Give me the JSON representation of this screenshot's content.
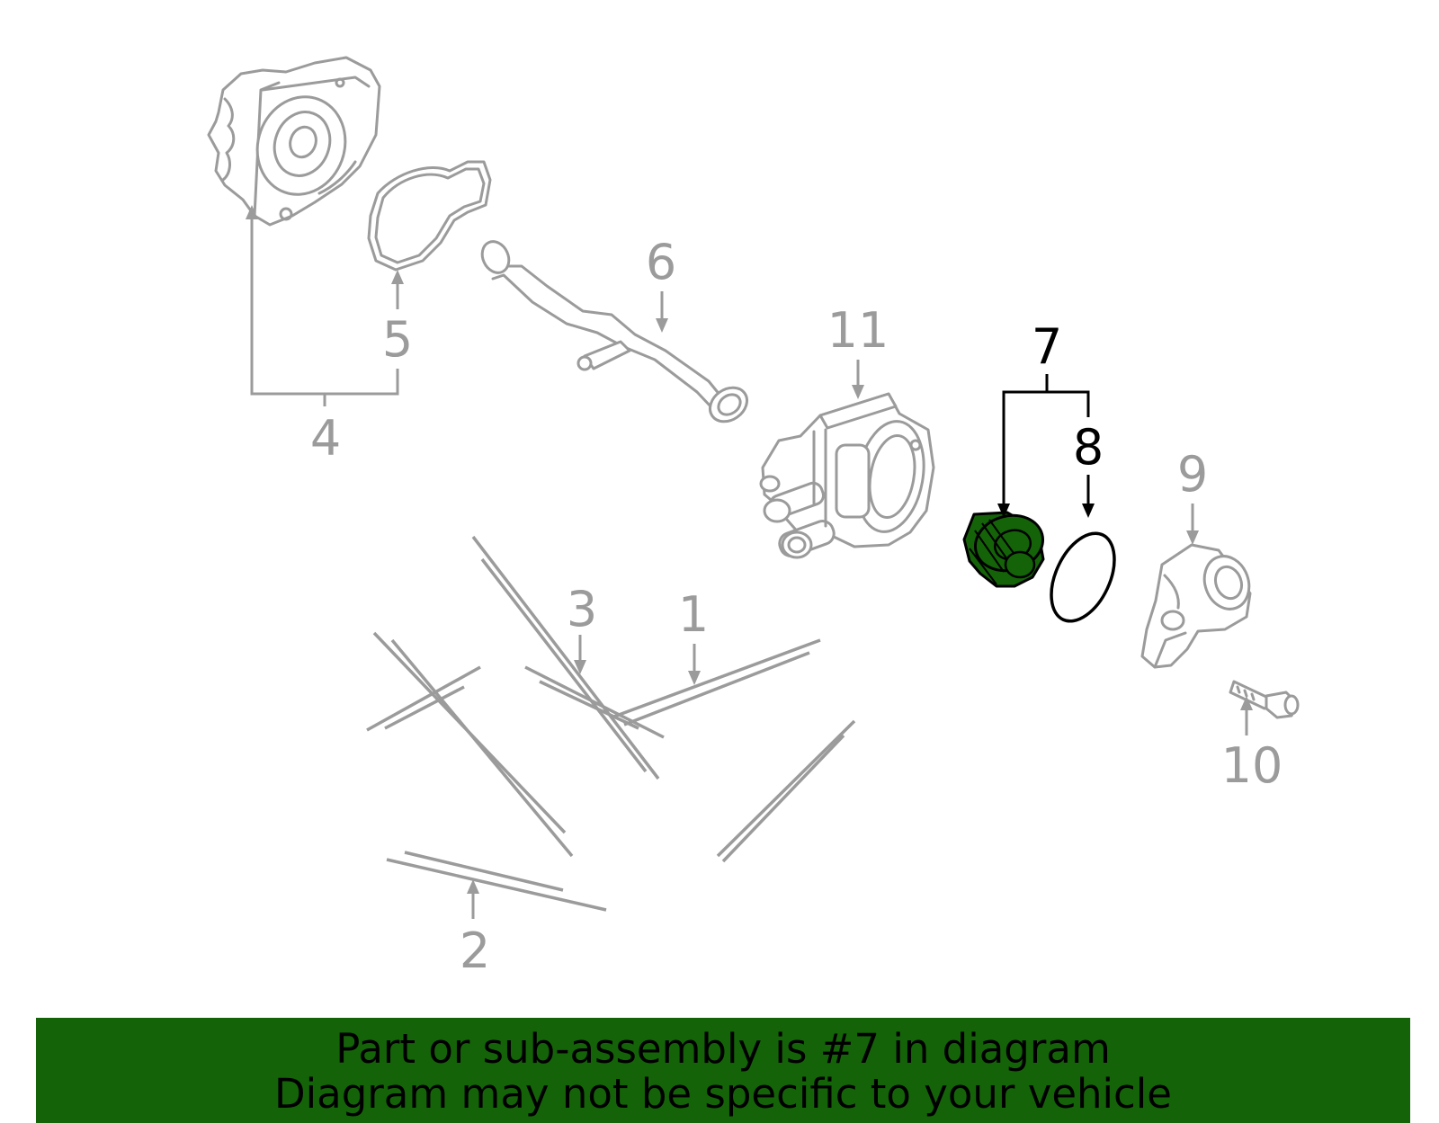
{
  "diagram": {
    "callouts": {
      "c1": "1",
      "c2": "2",
      "c3": "3",
      "c4": "4",
      "c5": "5",
      "c6": "6",
      "c7": "7",
      "c8": "8",
      "c9": "9",
      "c10": "10",
      "c11": "11"
    },
    "highlighted_part": "7",
    "colors": {
      "part_line": "#9b9b9b",
      "highlight_fill": "#156309",
      "highlight_line": "#000000",
      "banner_bg": "#156309"
    }
  },
  "banner": {
    "line1": "Part or sub-assembly is #7 in diagram",
    "line2": "Diagram may not be specific to your vehicle"
  }
}
